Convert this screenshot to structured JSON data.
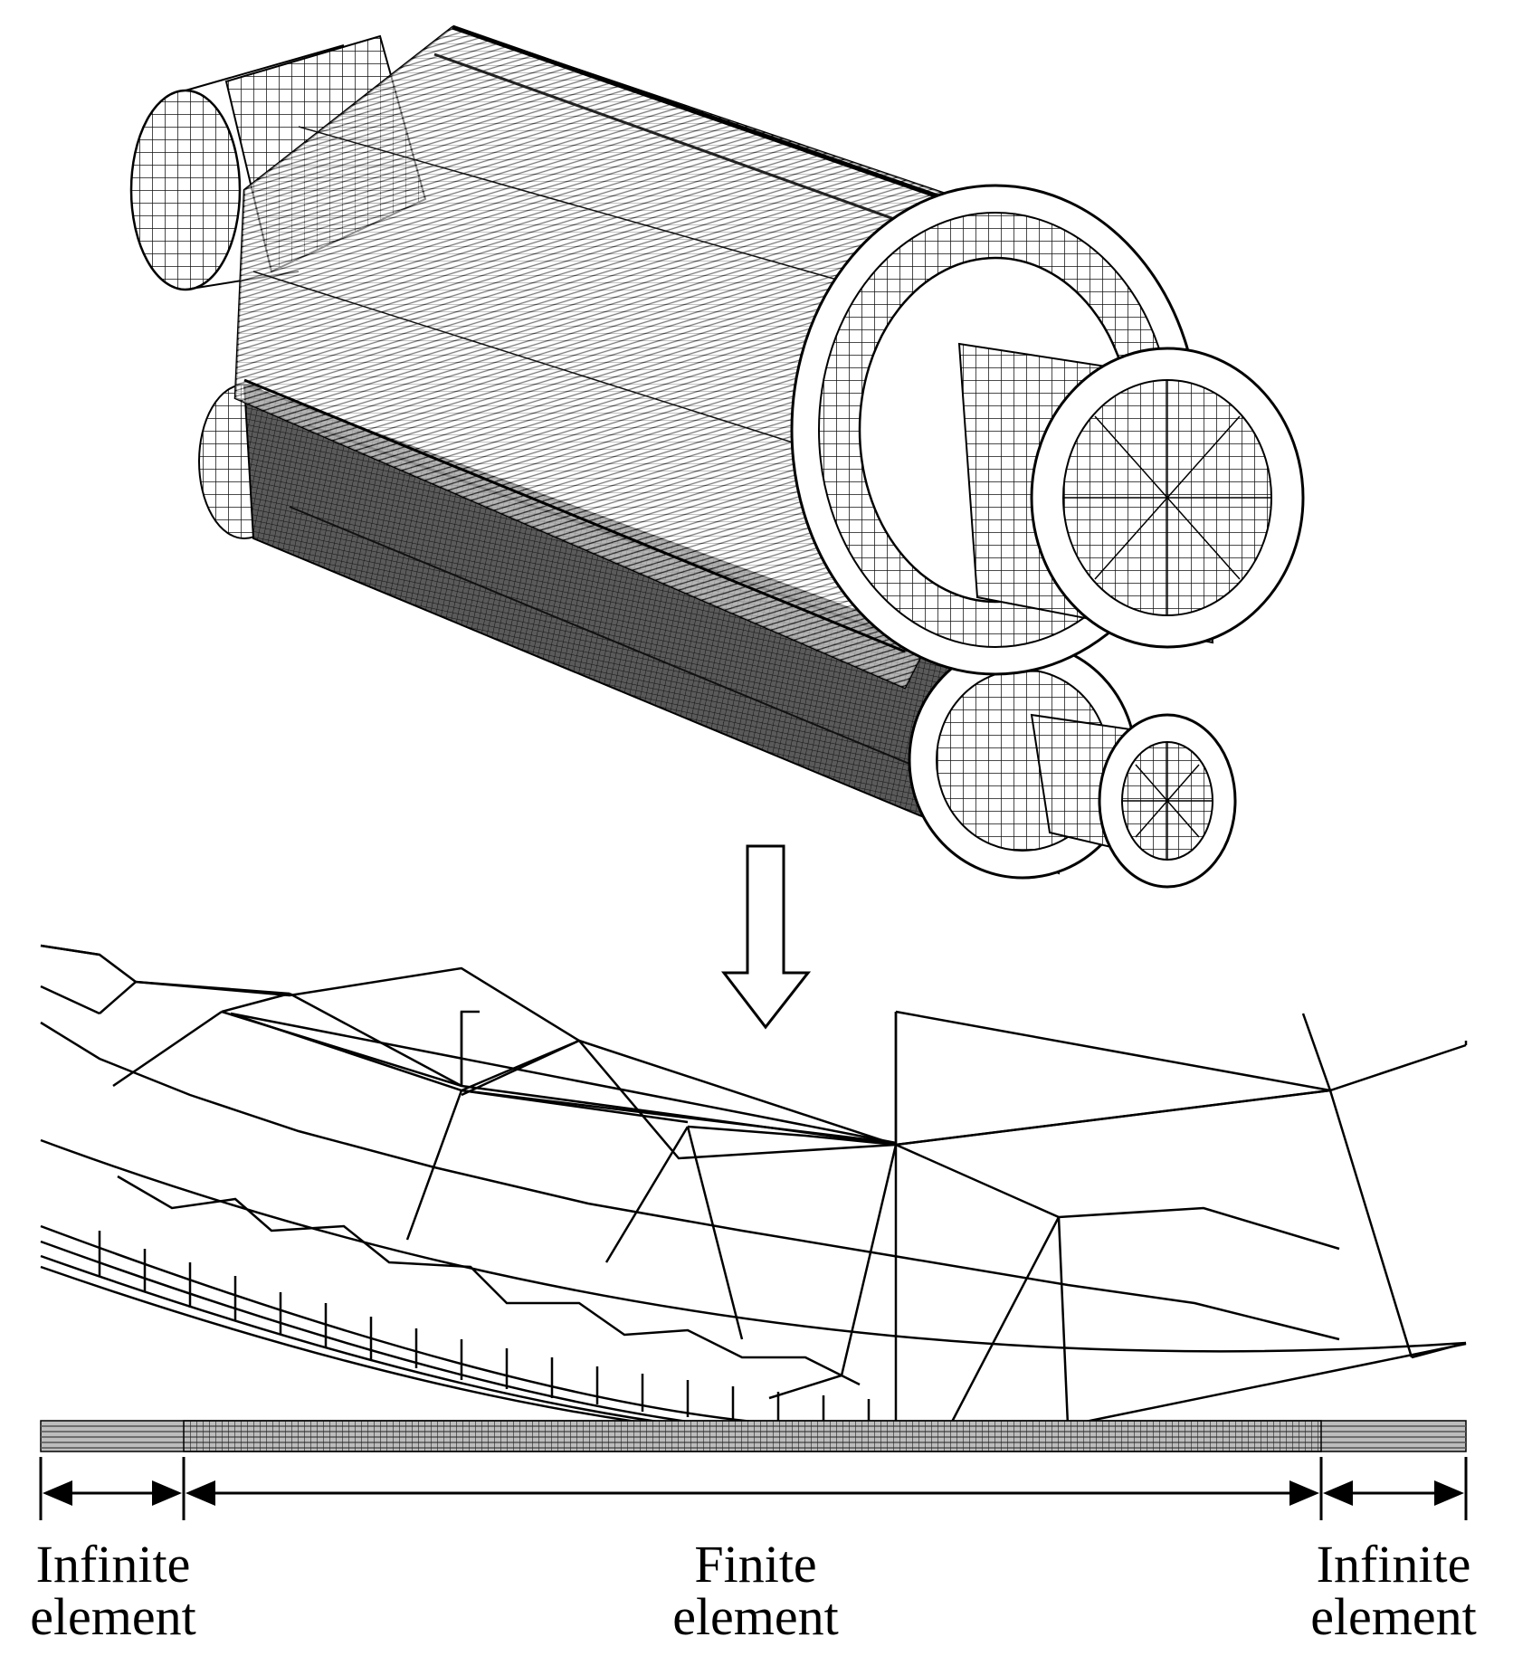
{
  "labels": {
    "left": {
      "line1": "Infinite",
      "line2": "element"
    },
    "center": {
      "line1": "Finite",
      "line2": "element"
    },
    "right": {
      "line1": "Infinite",
      "line2": "element"
    }
  },
  "colors": {
    "ink": "#000000",
    "mesh_fill": "#ffffff",
    "dense_mesh": "#3a3a3a",
    "strip": "#9a9a9a"
  }
}
